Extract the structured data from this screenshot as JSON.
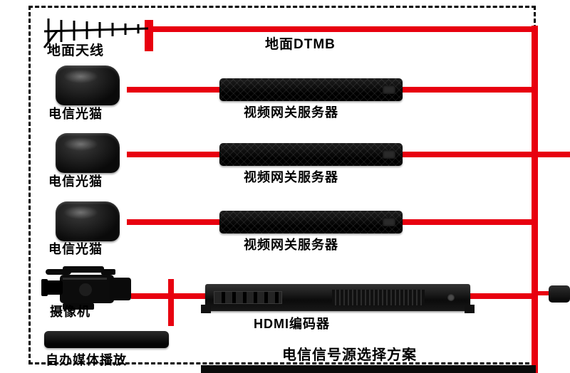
{
  "diagram": {
    "title": "电信信号源选择方案",
    "antenna_label": "地面天线",
    "dtmb_label": "地面DTMB",
    "rows": [
      {
        "modem": "电信光猫",
        "server": "视频网关服务器"
      },
      {
        "modem": "电信光猫",
        "server": "视频网关服务器"
      },
      {
        "modem": "电信光猫",
        "server": "视频网关服务器"
      }
    ],
    "camera_label": "摄像机",
    "encoder_label": "HDMI编码器",
    "media_label": "自办媒体播放"
  },
  "colors": {
    "line_red": "#e8000f",
    "device_black": "#0d0d0d"
  }
}
